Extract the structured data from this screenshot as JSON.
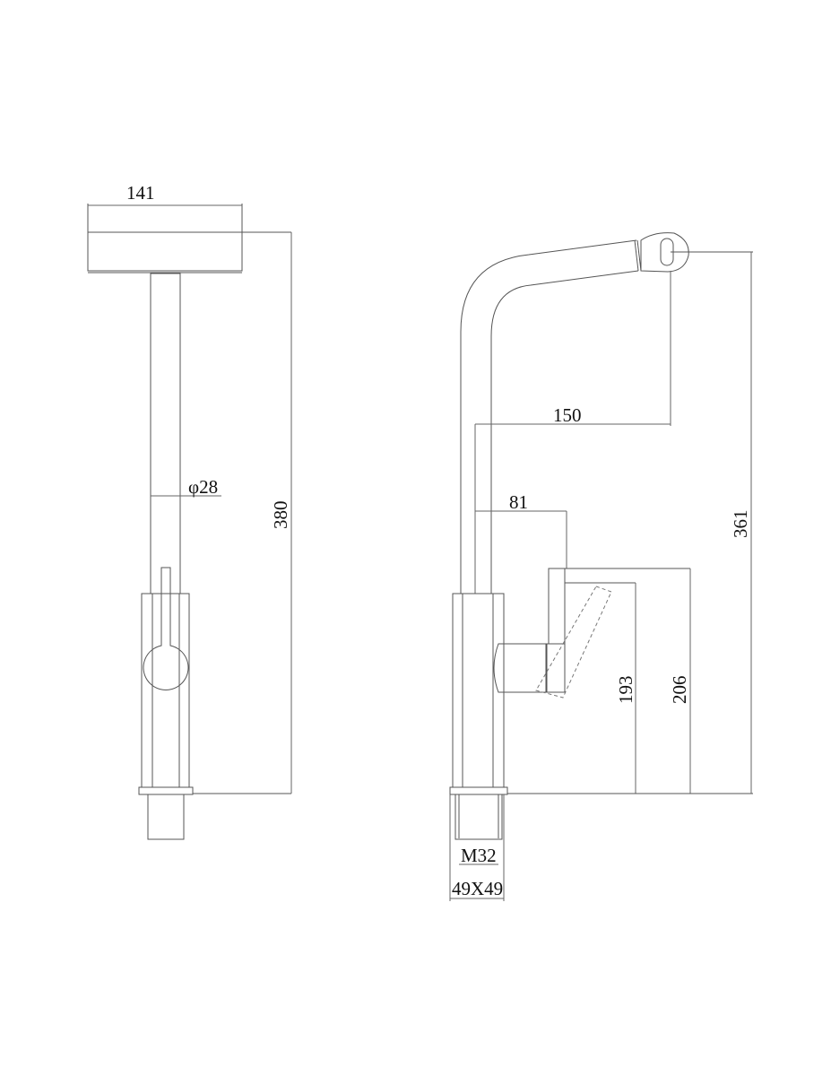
{
  "front_view": {
    "width_label": "141",
    "height_label": "380",
    "diameter_label": "φ28"
  },
  "side_view": {
    "reach_label": "150",
    "handle_offset_label": "81",
    "height_label": "361",
    "handle_height_label": "206",
    "handle_low_label": "193",
    "thread_label": "M32",
    "base_label": "49X49"
  }
}
